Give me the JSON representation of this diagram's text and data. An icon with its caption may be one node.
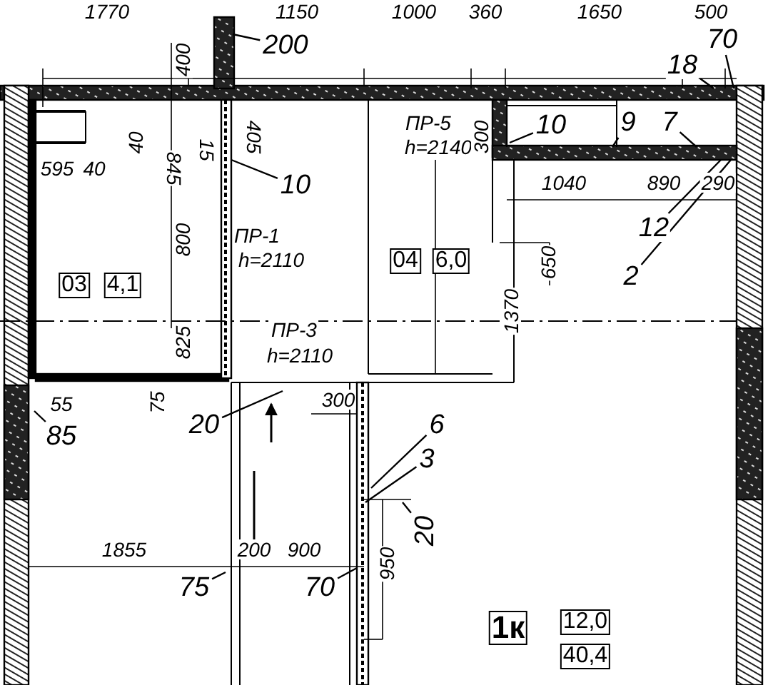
{
  "diagram": {
    "nodes": [
      {
        "text": [
          "200"
        ]
      },
      {
        "text": [
          "10"
        ]
      },
      {
        "text": [
          "10"
        ]
      },
      {
        "text": [
          "18"
        ]
      },
      {
        "text": [
          "70"
        ]
      },
      {
        "text": [
          "9"
        ]
      },
      {
        "text": [
          "7"
        ]
      },
      {
        "text": [
          "12"
        ]
      },
      {
        "text": [
          "2"
        ]
      },
      {
        "text": [
          "85"
        ]
      },
      {
        "text": [
          "20"
        ]
      },
      {
        "text": [
          "6"
        ]
      },
      {
        "text": [
          "3"
        ]
      },
      {
        "text": [
          "20"
        ]
      },
      {
        "text": [
          "75"
        ]
      },
      {
        "text": [
          "70"
        ]
      }
    ],
    "edges": [
      {
        "from": 0,
        "to": null,
        "arrow": "none"
      },
      {
        "from": 1,
        "to": null,
        "arrow": "none"
      },
      {
        "from": 2,
        "to": null,
        "arrow": "none"
      },
      {
        "from": 3,
        "to": null,
        "arrow": "none"
      },
      {
        "from": 4,
        "to": null,
        "arrow": "none"
      },
      {
        "from": 5,
        "to": null,
        "arrow": "none"
      },
      {
        "from": 6,
        "to": null,
        "arrow": "none"
      },
      {
        "from": 7,
        "to": null,
        "arrow": "none"
      },
      {
        "from": 8,
        "to": null,
        "arrow": "none"
      },
      {
        "from": 9,
        "to": null,
        "arrow": "none"
      },
      {
        "from": 10,
        "to": null,
        "arrow": "none"
      },
      {
        "from": 11,
        "to": null,
        "arrow": "none"
      },
      {
        "from": 12,
        "to": null,
        "arrow": "none"
      },
      {
        "from": 13,
        "to": null,
        "arrow": "none"
      },
      {
        "from": 14,
        "to": null,
        "arrow": "none"
      },
      {
        "from": 15,
        "to": null,
        "arrow": "none"
      }
    ],
    "labels": [
      "1770",
      "1150",
      "1000",
      "360",
      "1650",
      "500",
      "400",
      "40",
      "845",
      "15",
      "405",
      "ПР-5",
      "h=2140",
      "300",
      "595",
      "40",
      "1040",
      "890",
      "290",
      "ПР-1",
      "h=2110",
      "800",
      "03",
      "4,1",
      "04",
      "6,0",
      "650",
      "1370",
      "825",
      "ПР-3",
      "h=2110",
      "55",
      "75",
      "300",
      "1855",
      "200",
      "900",
      "950",
      "1к",
      "12,0",
      "40,4"
    ]
  }
}
